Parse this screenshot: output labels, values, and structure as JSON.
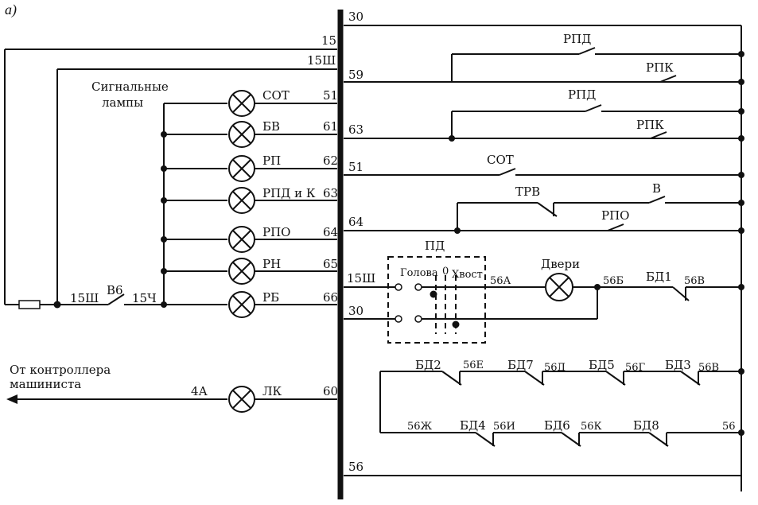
{
  "figure_label": "а)",
  "bus_labels": {
    "b30": "30",
    "b15": "15",
    "b15sh": "15Ш",
    "b59": "59",
    "b51": "51",
    "b61": "61",
    "b63": "63",
    "b62": "62",
    "b51b": "51",
    "b63b": "63",
    "b64": "64",
    "b64b": "64",
    "b65": "65",
    "b15sh2": "15Ш",
    "b66": "66",
    "b30b": "30",
    "b60": "60",
    "b56": "56"
  },
  "signal_lamps_caption": [
    "Сигнальные",
    "лампы"
  ],
  "lamps": [
    "СОТ",
    "БВ",
    "РП",
    "РПД и К",
    "РПО",
    "РН",
    "РБ"
  ],
  "left_labels": {
    "w15sh": "15Ш",
    "b6": "В6",
    "w15ch": "15Ч",
    "w4a": "4А",
    "lk": "ЛК"
  },
  "controller_caption": [
    "От контроллера",
    "машиниста"
  ],
  "contacts": {
    "rpd1": "РПД",
    "rpk1": "РПК",
    "rpd2": "РПД",
    "rpk2": "РПК",
    "sot": "СОТ",
    "trv": "ТРВ",
    "v": "В",
    "rpo": "РПО"
  },
  "pd": {
    "title": "ПД",
    "head": "Голова",
    "zero": "0",
    "tail": "Хвост"
  },
  "doors": {
    "lamp": "Двери",
    "w56a": "56А",
    "w56b": "56Б",
    "bd1": "БД1",
    "w56v": "56В"
  },
  "row1": {
    "bd2": "БД2",
    "w56e": "56Е",
    "bd7": "БД7",
    "w56d": "56Д",
    "bd5": "БД5",
    "w56g": "56Г",
    "bd3": "БД3",
    "w56v": "56В"
  },
  "row2": {
    "w56zh": "56Ж",
    "bd4": "БД4",
    "w56i": "56И",
    "bd6": "БД6",
    "w56k": "56К",
    "bd8": "БД8",
    "w56": "56"
  }
}
